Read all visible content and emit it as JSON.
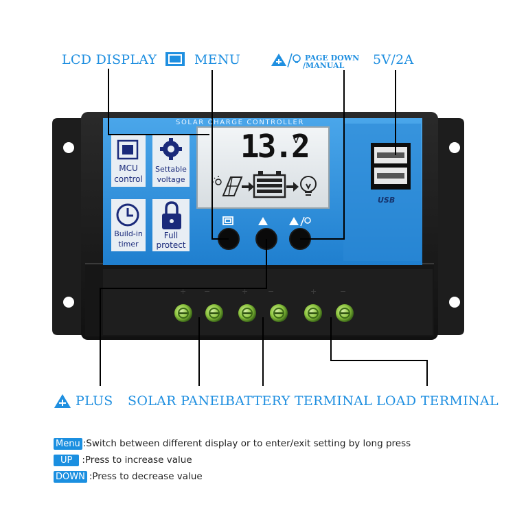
{
  "labels": {
    "lcd_display": "LCD DISPLAY",
    "menu": "MENU",
    "page_down": "PAGE DOWN",
    "manual": "/MANUAL",
    "usb_rating": "5V/2A",
    "plus": "PLUS",
    "solar_panel": "SOLAR PANEL",
    "battery_terminal": "BATTERY TERMINAL",
    "load_terminal": "LOAD TERMINAL"
  },
  "device": {
    "header": "SOLAR CHARGE CONTROLLER",
    "voltage_reading": "13.2",
    "voltage_unit": "V",
    "usb_label": "USB",
    "features": [
      {
        "icon": "chip-icon",
        "line1": "MCU",
        "line2": "control"
      },
      {
        "icon": "gear-icon",
        "line1": "Settable",
        "line2": "voltage"
      },
      {
        "icon": "clock-icon",
        "line1": "Build-in",
        "line2": "timer"
      },
      {
        "icon": "padlock-icon",
        "line1": "Full",
        "line2": "protect"
      }
    ]
  },
  "legend": [
    {
      "tag": "Menu",
      "text": ":Switch between different display or to enter/exit setting by long press"
    },
    {
      "tag": "UP",
      "text": ":Press to increase value"
    },
    {
      "tag": "DOWN",
      "text": ":Press to decrease value"
    }
  ],
  "colors": {
    "accent_blue": "#1f8fe0",
    "panel_blue": "#2f8fdc",
    "housing": "#1c1c1c",
    "lcd_bg": "#e6ebee",
    "terminal_green": "#8ec63f"
  }
}
